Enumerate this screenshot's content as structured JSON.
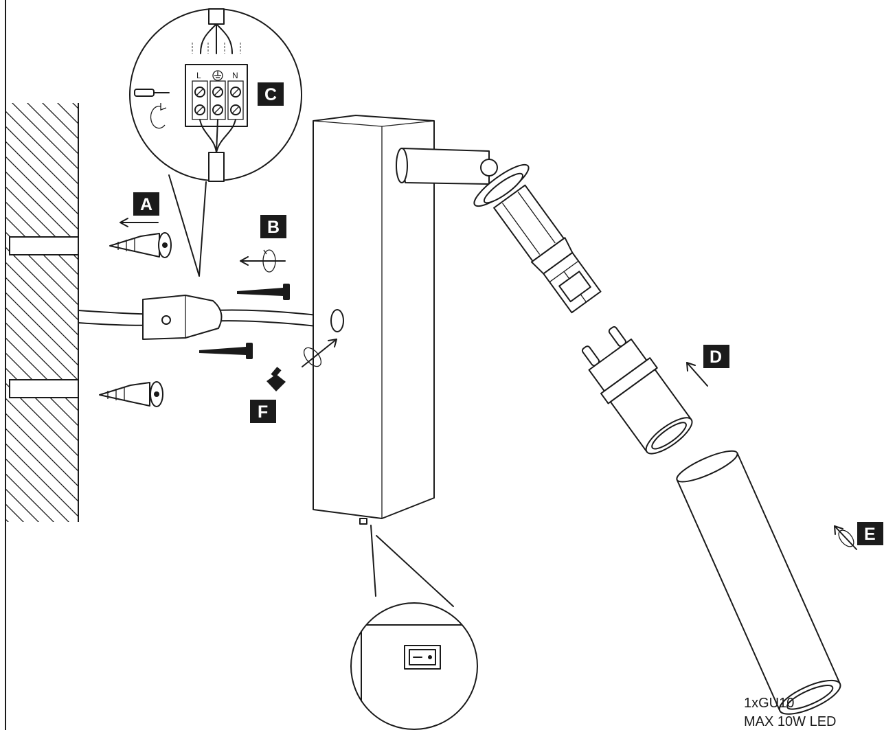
{
  "step_labels": {
    "a": "A",
    "b": "B",
    "c": "C",
    "d": "D",
    "e": "E",
    "f": "F"
  },
  "terminals": {
    "live": "L",
    "neutral": "N"
  },
  "spec": {
    "bulb": "1xGU10",
    "power": "MAX 10W LED"
  }
}
